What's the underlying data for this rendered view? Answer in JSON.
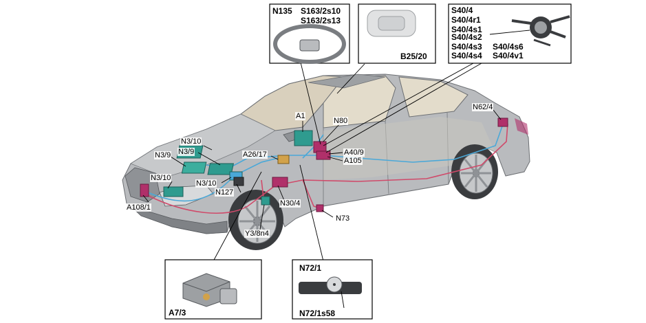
{
  "labels": {
    "a1": "A1",
    "n80": "N80",
    "n62_4": "N62/4",
    "n3_10_top": "N3/10",
    "n3_9_left": "N3/9",
    "n3_9_mid": "N3/9",
    "a26_17": "A26/17",
    "a40_9": "A40/9",
    "a105": "A105",
    "n3_10_left": "N3/10",
    "n3_10_mid": "N3/10",
    "n127": "N127",
    "a108_1": "A108/1",
    "n30_4": "N30/4",
    "n73": "N73",
    "y3_8n4": "Y3/8n4"
  },
  "insets": {
    "steering": {
      "n135": "N135",
      "s163_2s10": "S163/2s10",
      "s163_2s13": "S163/2s13"
    },
    "sensor": {
      "b25_20": "B25/20"
    },
    "switch": {
      "col1": [
        "S40/4",
        "S40/4r1",
        "S40/4s1",
        "S40/4s2",
        "S40/4s3",
        "S40/4s4"
      ],
      "col2": [
        "S40/4s6",
        "S40/4v1"
      ]
    },
    "abs": {
      "a7_3": "A7/3"
    },
    "cluster": {
      "n72_1": "N72/1",
      "n72_1s58": "N72/1s58"
    }
  },
  "colors": {
    "body": "#b9bbbe",
    "body_dark": "#8f9296",
    "window": "#d9d0bd",
    "module_teal": "#2f9b8f",
    "module_magenta": "#b0306a",
    "can_blue": "#4aa8d8",
    "can_red": "#d04a6a"
  }
}
